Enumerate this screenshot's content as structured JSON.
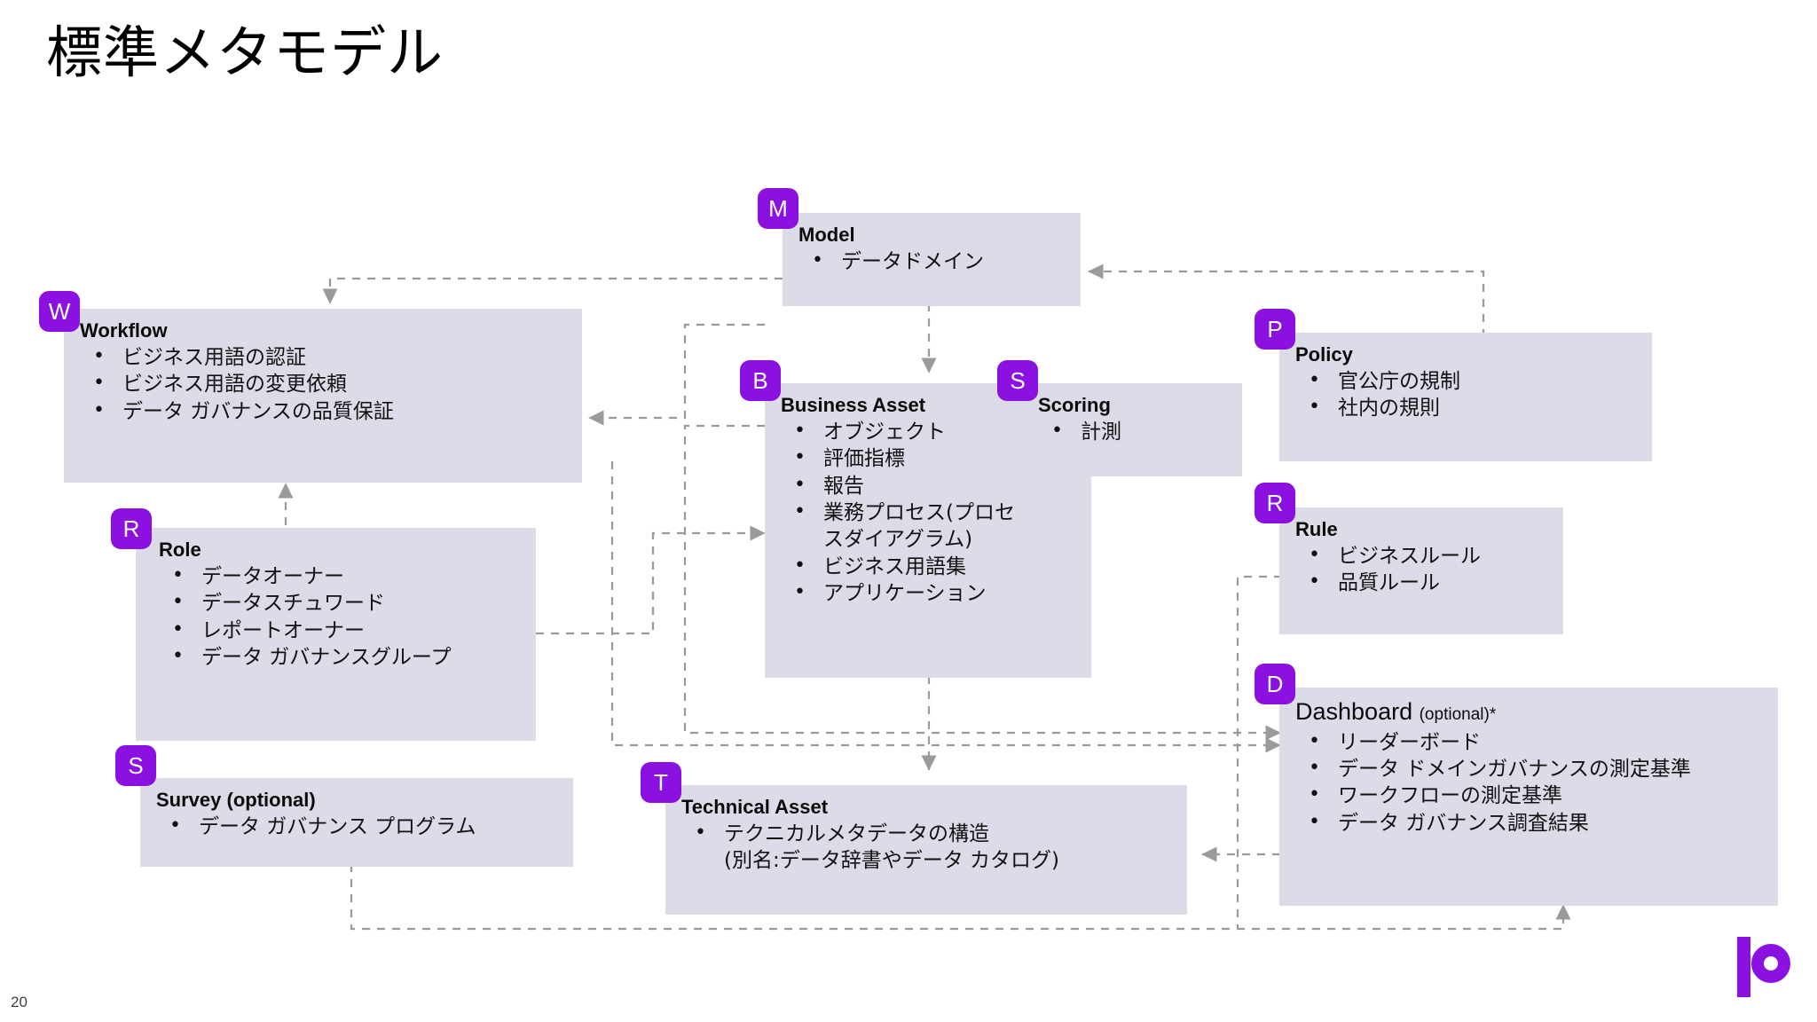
{
  "slide": {
    "title": "標準メタモデル",
    "page_number": "20",
    "logo_name": "collibra-logo",
    "accent_color": "#8a11e0",
    "node_fill_color": "#dcdce8",
    "connector_color": "#9a9a9a"
  },
  "nodes": [
    {
      "key": "model",
      "badge": "M",
      "title": "Model",
      "title_suffix": "",
      "items": [
        "データドメイン"
      ]
    },
    {
      "key": "workflow",
      "badge": "W",
      "title": "Workflow",
      "title_suffix": "",
      "items": [
        "ビジネス用語の認証",
        "ビジネス用語の変更依頼",
        "データ ガバナンスの品質保証"
      ]
    },
    {
      "key": "policy",
      "badge": "P",
      "title": "Policy",
      "title_suffix": "",
      "items": [
        "官公庁の規制",
        "社内の規則"
      ]
    },
    {
      "key": "business_asset",
      "badge": "B",
      "title": "Business Asset",
      "title_suffix": "",
      "items": [
        "オブジェクト",
        "評価指標",
        "報告",
        "業務プロセス(プロセ",
        "ビジネス用語集",
        "アプリケーション"
      ],
      "item_continuation": "スダイアグラム)"
    },
    {
      "key": "scoring",
      "badge": "S",
      "title": "Scoring",
      "title_suffix": "",
      "items": [
        "計測"
      ]
    },
    {
      "key": "rule",
      "badge": "R",
      "title": "Rule",
      "title_suffix": "",
      "items": [
        "ビジネスルール",
        "品質ルール"
      ]
    },
    {
      "key": "role",
      "badge": "R",
      "title": "Role",
      "title_suffix": "",
      "items": [
        "データオーナー",
        "データスチュワード",
        "レポートオーナー",
        "データ ガバナンスグループ"
      ]
    },
    {
      "key": "dashboard",
      "badge": "D",
      "title": "Dashboard",
      "title_suffix": "(optional)*",
      "items": [
        "リーダーボード",
        "データ ドメインガバナンスの測定基準",
        "ワークフローの測定基準",
        "データ ガバナンス調査結果"
      ]
    },
    {
      "key": "survey",
      "badge": "S",
      "title": "Survey (optional)",
      "title_suffix": "",
      "items": [
        "データ ガバナンス プログラム"
      ]
    },
    {
      "key": "technical_asset",
      "badge": "T",
      "title": "Technical Asset",
      "title_suffix": "",
      "items": [
        "テクニカルメタデータの構造"
      ],
      "item_continuation": "(別名:データ辞書やデータ カタログ)"
    }
  ]
}
